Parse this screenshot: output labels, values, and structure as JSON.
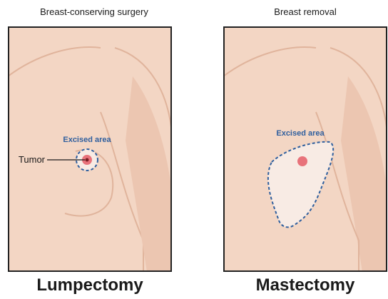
{
  "left_panel": {
    "subtitle": "Breast-conserving surgery",
    "excised_label": "Excised area",
    "tumor_label": "Tumor",
    "caption": "Lumpectomy"
  },
  "right_panel": {
    "subtitle": "Breast removal",
    "excised_label": "Excised area",
    "caption": "Mastectomy"
  },
  "colors": {
    "skin": "#f3d6c4",
    "skin_shadow": "#e6bba5",
    "tumor": "#e8727a",
    "excision_outline": "#2f5f9e",
    "excised_fill": "#f8ebe4",
    "label_blue": "#2f5f9e",
    "frame": "#222222"
  }
}
